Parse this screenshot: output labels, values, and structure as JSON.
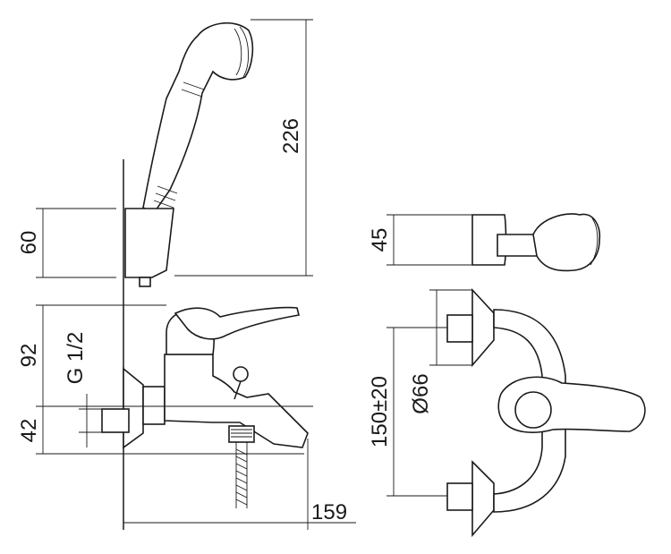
{
  "dimensions": {
    "handshower_length": "226",
    "holder_height": "60",
    "spout_height": "92",
    "thread": "G 1/2",
    "inlet_height": "42",
    "depth": "159",
    "wall_bracket_height": "45",
    "escutcheon_diameter": "Ø66",
    "centers": "150±20"
  },
  "colors": {
    "line": "#1a1a1a",
    "background": "#ffffff"
  }
}
